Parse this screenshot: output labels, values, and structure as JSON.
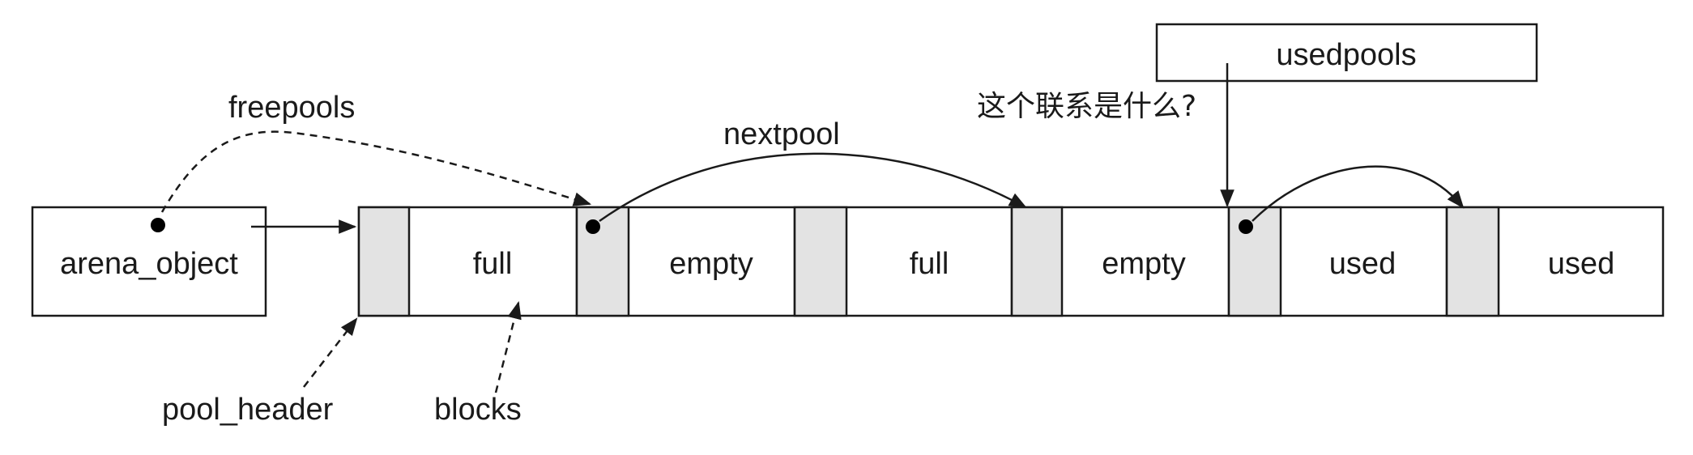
{
  "arena": {
    "label": "arena_object"
  },
  "pools": [
    {
      "state": "full"
    },
    {
      "state": "empty"
    },
    {
      "state": "full"
    },
    {
      "state": "empty"
    },
    {
      "state": "used"
    },
    {
      "state": "used"
    }
  ],
  "usedpools": {
    "label": "usedpools"
  },
  "labels": {
    "freepools": "freepools",
    "nextpool": "nextpool",
    "pool_header": "pool_header",
    "blocks": "blocks",
    "question": "这个联系是什么?"
  },
  "colors": {
    "header_fill": "#e3e3e3",
    "stroke": "#1a1a1a"
  }
}
